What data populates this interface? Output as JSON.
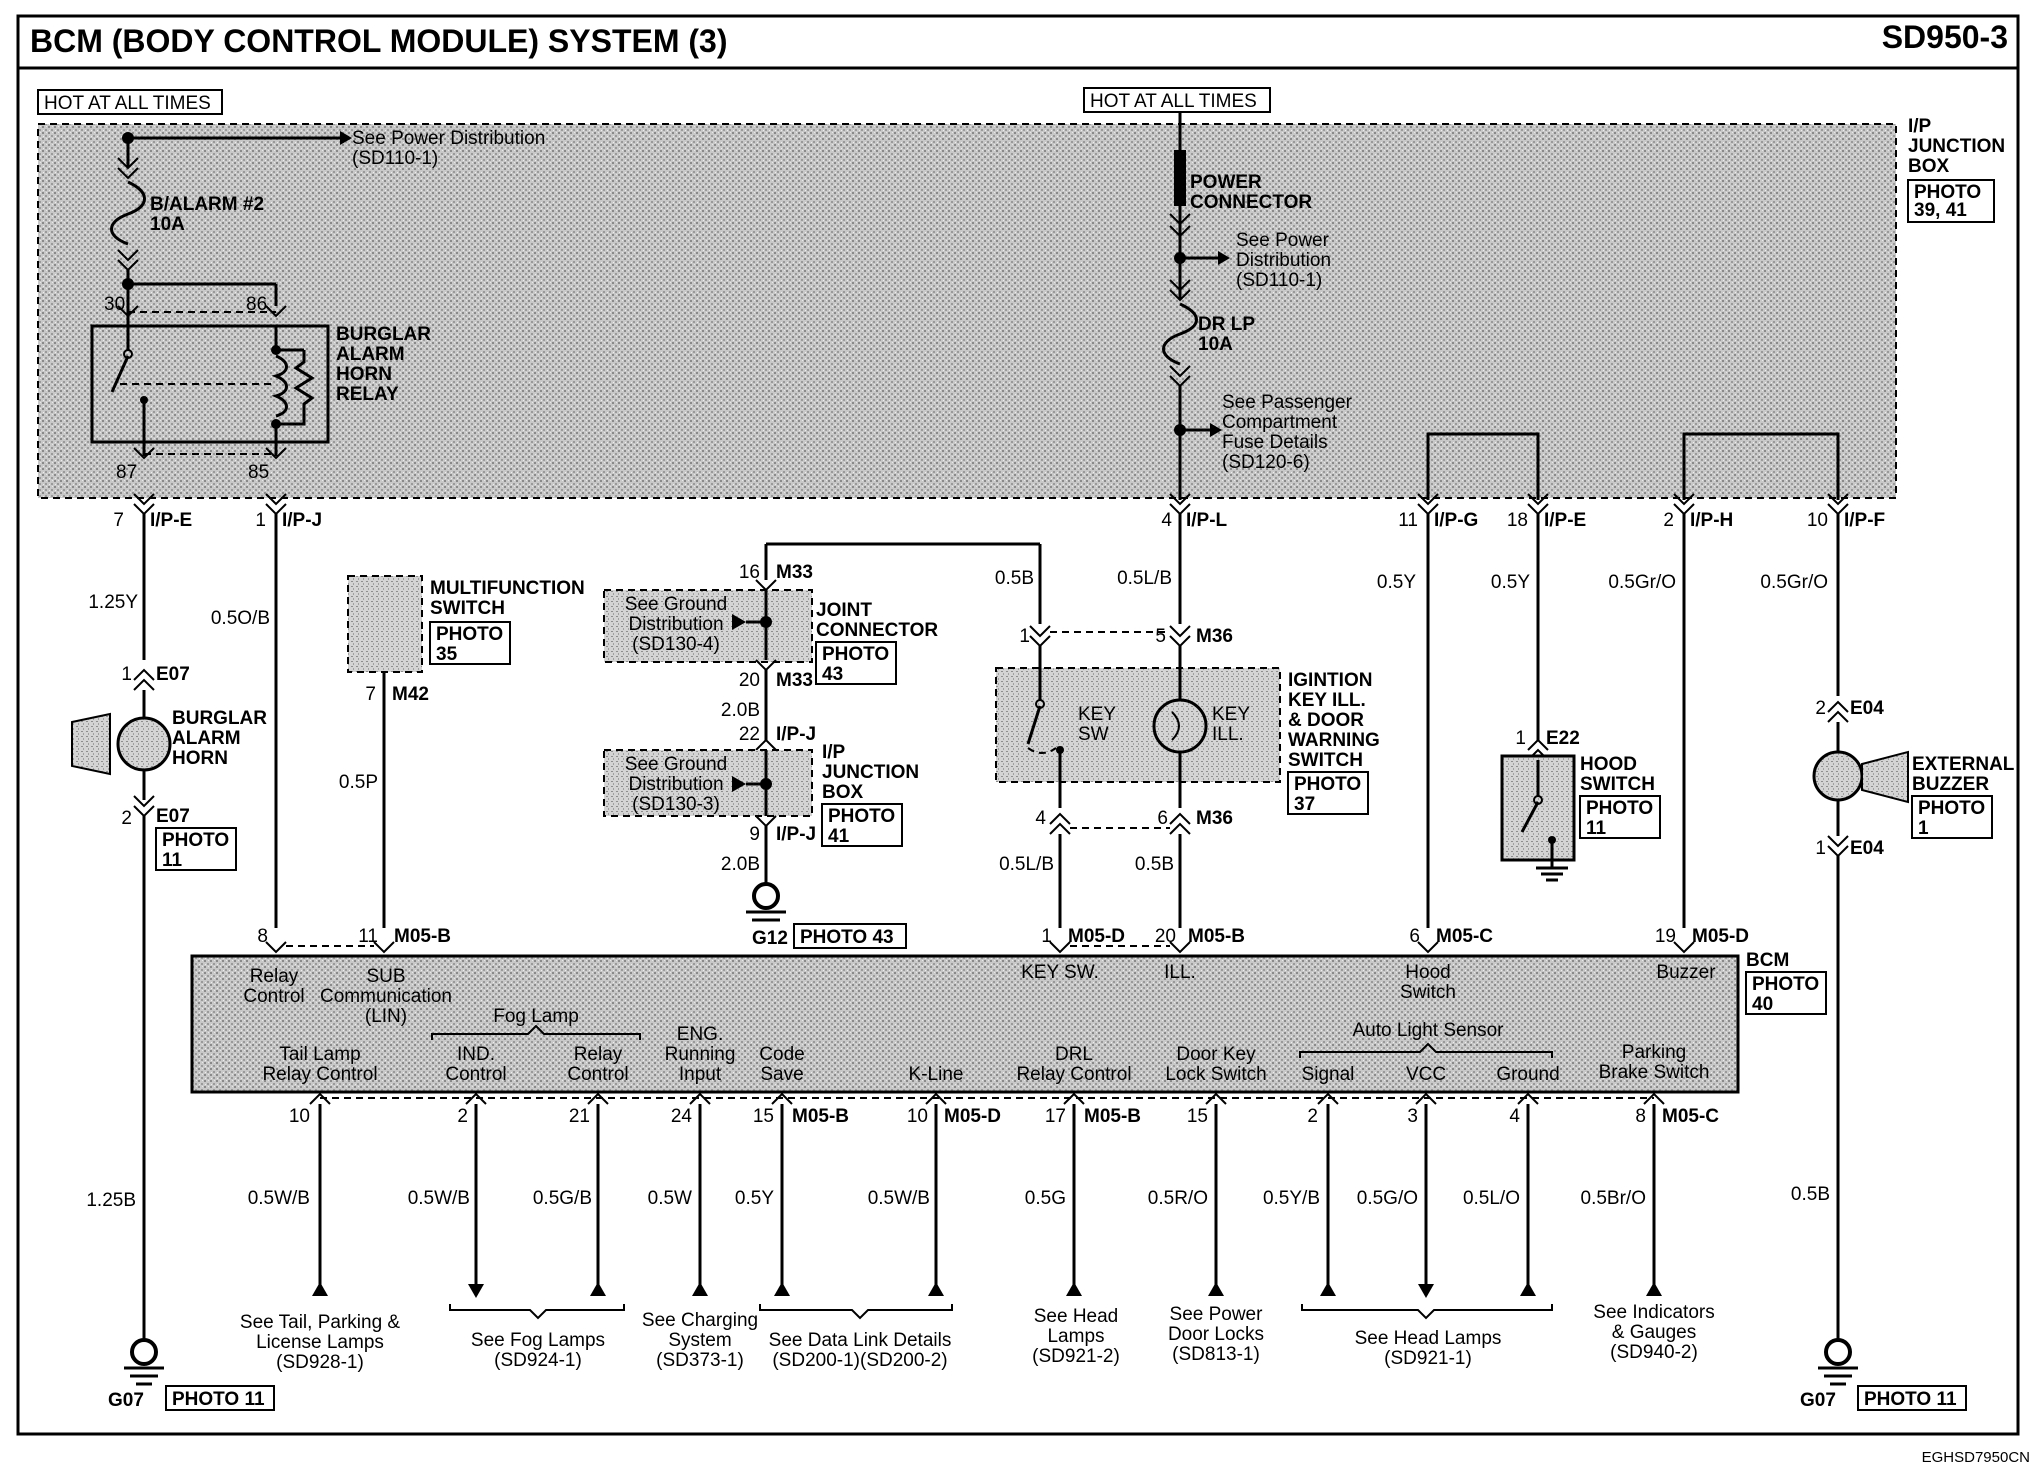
{
  "header": {
    "title": "BCM (BODY CONTROL MODULE) SYSTEM (3)",
    "code": "SD950-3"
  },
  "footer": {
    "ref": "EGHSD7950CN"
  },
  "hot_labels": {
    "left": "HOT AT ALL TIMES",
    "right": "HOT AT ALL TIMES"
  },
  "ip_box": {
    "line1": "I/P",
    "line2": "JUNCTION",
    "line3": "BOX",
    "photo1": "PHOTO",
    "photo2": "39, 41"
  },
  "left_fuse": {
    "see1": "See Power Distribution",
    "see2": "(SD110-1)",
    "name1": "B/ALARM #2",
    "name2": "10A",
    "p30": "30",
    "p86": "86",
    "p87": "87",
    "p85": "85"
  },
  "relay": {
    "l1": "BURGLAR",
    "l2": "ALARM",
    "l3": "HORN",
    "l4": "RELAY"
  },
  "right_fuse": {
    "pc1": "POWER",
    "pc2": "CONNECTOR",
    "see1": "See Power",
    "see2": "Distribution",
    "see3": "(SD110-1)",
    "name1": "DR LP",
    "name2": "10A",
    "pass1": "See Passenger",
    "pass2": "Compartment",
    "pass3": "Fuse Details",
    "pass4": "(SD120-6)"
  },
  "ip_pins": [
    {
      "num": "7",
      "conn": "I/P-E"
    },
    {
      "num": "1",
      "conn": "I/P-J"
    },
    {
      "num": "4",
      "conn": "I/P-L"
    },
    {
      "num": "11",
      "conn": "I/P-G"
    },
    {
      "num": "18",
      "conn": "I/P-E"
    },
    {
      "num": "2",
      "conn": "I/P-H"
    },
    {
      "num": "10",
      "conn": "I/P-F"
    }
  ],
  "wires": {
    "w1": "1.25Y",
    "w2": "0.5O/B",
    "w3": "0.5B",
    "w4": "0.5L/B",
    "w5": "0.5Y",
    "w6": "0.5Y",
    "w7": "0.5Gr/O",
    "w8": "0.5Gr/O",
    "w9": "0.5P",
    "w10": "2.0B",
    "w11": "2.0B",
    "w12": "0.5L/B",
    "w13": "0.5B",
    "w14": "1.25B",
    "w15": "0.5B"
  },
  "horn": {
    "pin1": "1",
    "conn1": "E07",
    "pin2": "2",
    "conn2": "E07",
    "l1": "BURGLAR",
    "l2": "ALARM",
    "l3": "HORN",
    "photo1": "PHOTO",
    "photo2": "11"
  },
  "mfs": {
    "l1": "MULTIFUNCTION",
    "l2": "SWITCH",
    "photo1": "PHOTO",
    "photo2": "35",
    "pin": "7",
    "conn": "M42"
  },
  "joint": {
    "pin16": "16",
    "conn16": "M33",
    "pin20": "20",
    "conn20": "M33",
    "see1": "See Ground",
    "see2": "Distribution",
    "see3": "(SD130-4)",
    "l1": "JOINT",
    "l2": "CONNECTOR",
    "photo1": "PHOTO",
    "photo2": "43"
  },
  "ipjb2": {
    "pin22": "22",
    "conn22": "I/P-J",
    "pin9": "9",
    "conn9": "I/P-J",
    "see1": "See Ground",
    "see2": "Distribution",
    "see3": "(SD130-3)",
    "l1": "I/P",
    "l2": "JUNCTION",
    "l3": "BOX",
    "photo1": "PHOTO",
    "photo2": "41"
  },
  "g12": {
    "name": "G12",
    "photo": "PHOTO 43"
  },
  "ign": {
    "p1": "1",
    "p5": "5",
    "c5": "M36",
    "p4": "4",
    "p6": "6",
    "c6": "M36",
    "ksw1": "KEY",
    "ksw2": "SW",
    "kill1": "KEY",
    "kill2": "ILL.",
    "l1": "IGINTION",
    "l2": "KEY ILL.",
    "l3": "& DOOR",
    "l4": "WARNING",
    "l5": "SWITCH",
    "photo1": "PHOTO",
    "photo2": "37"
  },
  "hood": {
    "pin": "1",
    "conn": "E22",
    "l1": "HOOD",
    "l2": "SWITCH",
    "photo1": "PHOTO",
    "photo2": "11"
  },
  "buzzer": {
    "pin2": "2",
    "conn2": "E04",
    "pin1": "1",
    "conn1": "E04",
    "l1": "EXTERNAL",
    "l2": "BUZZER",
    "photo1": "PHOTO",
    "photo2": "1"
  },
  "bcm_top_pins": [
    {
      "num": "8",
      "conn": ""
    },
    {
      "num": "11",
      "conn": "M05-B"
    },
    {
      "num": "1",
      "conn": "M05-D"
    },
    {
      "num": "20",
      "conn": "M05-B"
    },
    {
      "num": "6",
      "conn": "M05-C"
    },
    {
      "num": "19",
      "conn": "M05-D"
    }
  ],
  "bcm": {
    "name": "BCM",
    "photo1": "PHOTO",
    "photo2": "40",
    "relay_control1": "Relay",
    "relay_control2": "Control",
    "sub1": "SUB",
    "sub2": "Communication",
    "sub3": "(LIN)",
    "keysw": "KEY SW.",
    "ill": "ILL.",
    "hood1": "Hood",
    "hood2": "Switch",
    "buzzer": "Buzzer",
    "fog": "Fog Lamp",
    "auto": "Auto Light Sensor",
    "tail1": "Tail Lamp",
    "tail2": "Relay Control",
    "ind1": "IND.",
    "ind2": "Control",
    "rel1": "Relay",
    "rel2": "Control",
    "eng1": "ENG.",
    "eng2": "Running",
    "eng3": "Input",
    "code1": "Code",
    "code2": "Save",
    "kline": "K-Line",
    "drl1": "DRL",
    "drl2": "Relay Control",
    "door1": "Door Key",
    "door2": "Lock Switch",
    "signal": "Signal",
    "vcc": "VCC",
    "ground": "Ground",
    "park1": "Parking",
    "park2": "Brake Switch"
  },
  "bottom_pins": [
    {
      "num": "10",
      "conn": ""
    },
    {
      "num": "2",
      "conn": ""
    },
    {
      "num": "21",
      "conn": ""
    },
    {
      "num": "24",
      "conn": ""
    },
    {
      "num": "15",
      "conn": "M05-B"
    },
    {
      "num": "10",
      "conn": "M05-D"
    },
    {
      "num": "17",
      "conn": "M05-B"
    },
    {
      "num": "15",
      "conn": ""
    },
    {
      "num": "2",
      "conn": ""
    },
    {
      "num": "3",
      "conn": ""
    },
    {
      "num": "4",
      "conn": ""
    },
    {
      "num": "8",
      "conn": "M05-C"
    }
  ],
  "bottom_wires": [
    "0.5W/B",
    "0.5W/B",
    "0.5G/B",
    "0.5W",
    "0.5Y",
    "0.5W/B",
    "0.5G",
    "0.5R/O",
    "0.5Y/B",
    "0.5G/O",
    "0.5L/O",
    "0.5Br/O"
  ],
  "refs": {
    "tail1": "See Tail, Parking &",
    "tail2": "License Lamps",
    "tail3": "(SD928-1)",
    "fog1": "See Fog Lamps",
    "fog2": "(SD924-1)",
    "chg1": "See Charging",
    "chg2": "System",
    "chg3": "(SD373-1)",
    "dl1": "See Data Link Details",
    "dl2": "(SD200-1)(SD200-2)",
    "hl1": "See Head",
    "hl2": "Lamps",
    "hl3": "(SD921-2)",
    "pdl1": "See Power",
    "pdl2": "Door Locks",
    "pdl3": "(SD813-1)",
    "hl21": "See Head Lamps",
    "hl22": "(SD921-1)",
    "ig1": "See Indicators",
    "ig2": "& Gauges",
    "ig3": "(SD940-2)"
  },
  "grounds": {
    "left": "G07",
    "left_photo": "PHOTO 11",
    "right": "G07",
    "right_photo": "PHOTO 11"
  }
}
